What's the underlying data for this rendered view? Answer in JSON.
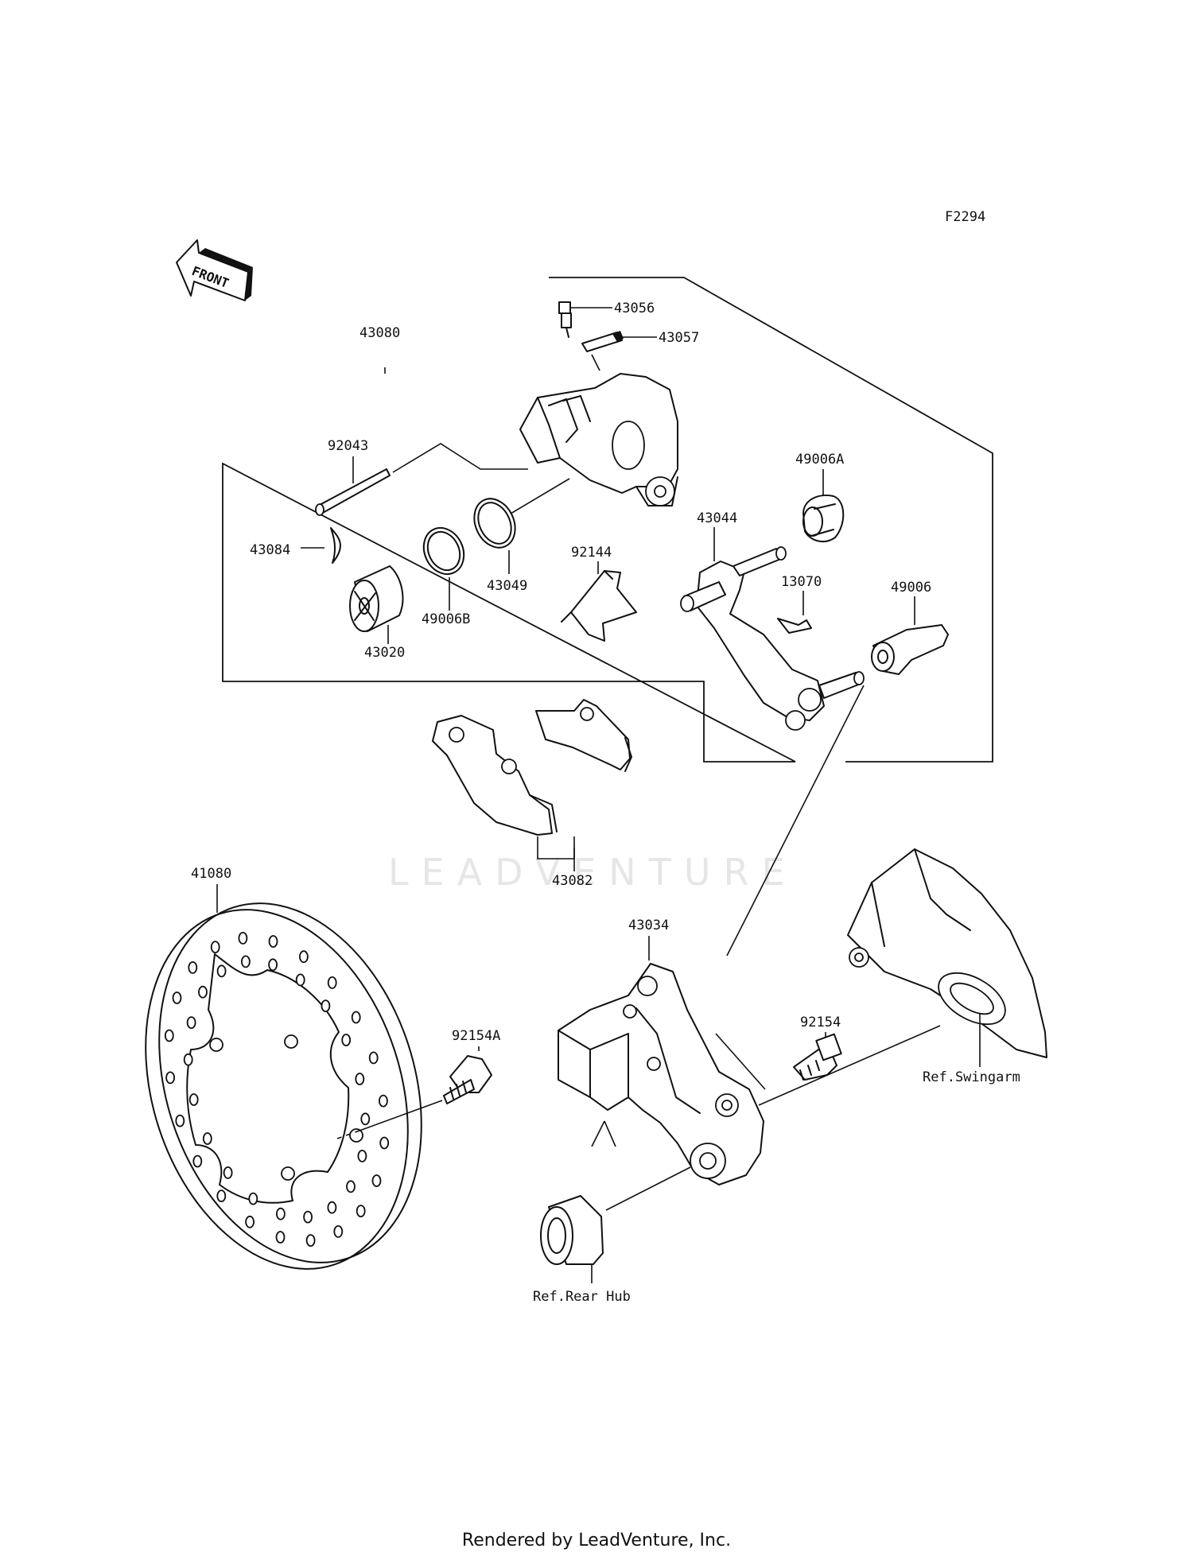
{
  "diagram_code": "F2294",
  "front_arrow_label": "FRONT",
  "watermark": "LEADVENTURE",
  "footer": "Rendered by LeadVenture, Inc.",
  "parts": {
    "p43080": "43080",
    "p43056": "43056",
    "p43057": "43057",
    "p92043": "92043",
    "p49006A": "49006A",
    "p43044": "43044",
    "p43084": "43084",
    "p92144": "92144",
    "p13070": "13070",
    "p49006": "49006",
    "p43049": "43049",
    "p49006B": "49006B",
    "p43020": "43020",
    "p43082": "43082",
    "p41080": "41080",
    "p43034": "43034",
    "p92154A": "92154A",
    "p92154": "92154"
  },
  "refs": {
    "swingarm": "Ref.Swingarm",
    "rear_hub": "Ref.Rear Hub"
  }
}
